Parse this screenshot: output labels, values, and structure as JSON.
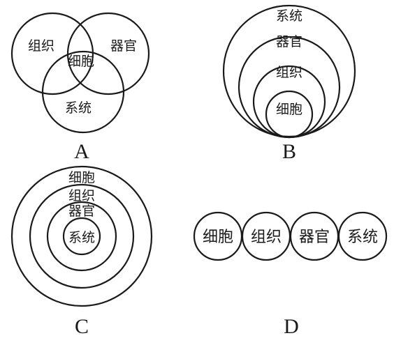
{
  "diagrams": {
    "a": {
      "letter": "A",
      "labels": {
        "zuzhi": "组织",
        "qiguan": "器官",
        "xibao": "细胞",
        "xitong": "系统"
      }
    },
    "b": {
      "letter": "B",
      "labels": {
        "xitong": "系统",
        "qiguan": "器官",
        "zuzhi": "组织",
        "xibao": "细胞"
      }
    },
    "c": {
      "letter": "C",
      "labels": {
        "xibao": "细胞",
        "zuzhi": "组织",
        "qiguan": "器官",
        "xitong": "系统"
      }
    },
    "d": {
      "letter": "D",
      "labels": {
        "xibao": "细胞",
        "zuzhi": "组织",
        "qiguan": "器官",
        "xitong": "系统"
      }
    }
  }
}
